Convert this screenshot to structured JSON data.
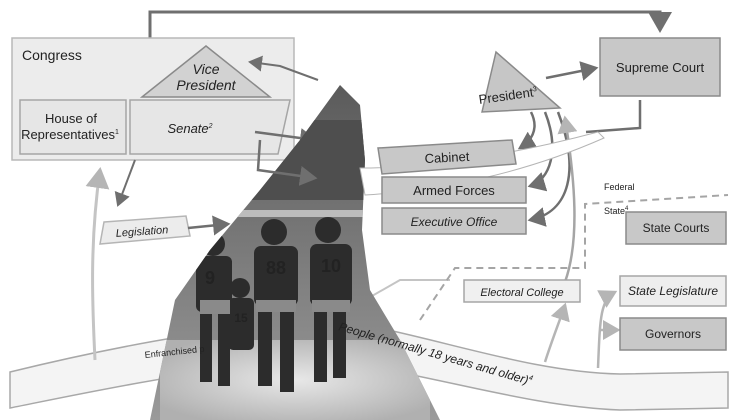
{
  "congress": {
    "title": "Congress",
    "vice_president_line1": "Vice",
    "vice_president_line2": "President",
    "house_line1": "House of",
    "house_line2": "Representatives",
    "house_note": "1",
    "senate": "Senate",
    "senate_note": "2"
  },
  "legislation": "Legislation",
  "president": "President",
  "president_note": "3",
  "supreme_court": "Supreme Court",
  "executive": {
    "cabinet": "Cabinet",
    "armed_forces": "Armed Forces",
    "executive_office": "Executive Office"
  },
  "jurisdiction": {
    "federal": "Federal",
    "state": "State",
    "state_note": "4"
  },
  "state": {
    "courts": "State Courts",
    "legislature": "State Legislature",
    "governors": "Governors"
  },
  "electoral_college": "Electoral College",
  "people": {
    "band_text": "People (normally 18 years and older)",
    "band_note": "4",
    "enfranchised": "Enfranchised p"
  },
  "photo": {
    "jersey_numbers": [
      "9",
      "88",
      "10",
      "15"
    ]
  },
  "colors": {
    "box_fill": "#d6d6d6",
    "box_light": "#ececec",
    "outline": "#9a9a9a",
    "arrow": "#6f6f6f",
    "dark_box": "#c8c8c8",
    "photo_dark": "#3a3a3a"
  }
}
